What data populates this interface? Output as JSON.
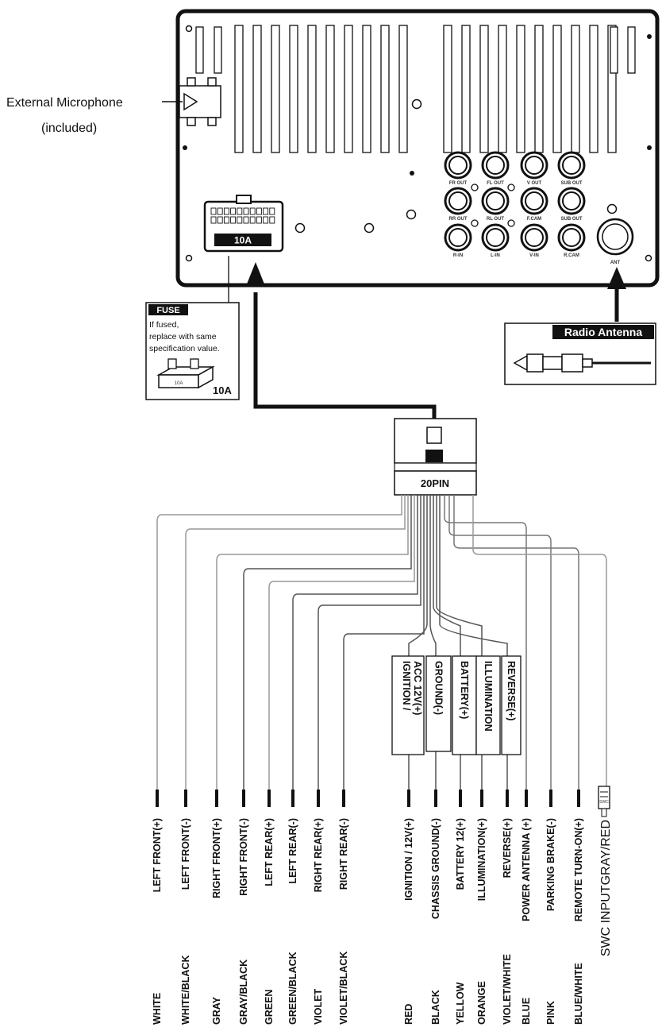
{
  "unit": {
    "mic_label_line1": "External Microphone",
    "mic_label_line2": "(included)",
    "fuse_on_unit": "10A",
    "rca": [
      {
        "label": "FR OUT"
      },
      {
        "label": "FL OUT"
      },
      {
        "label": "V OUT"
      },
      {
        "label": "SUB OUT"
      },
      {
        "label": "RR OUT"
      },
      {
        "label": "RL OUT"
      },
      {
        "label": "F.CAM"
      },
      {
        "label": "SUB OUT"
      },
      {
        "label": "R-IN"
      },
      {
        "label": "L-IN"
      },
      {
        "label": "V-IN"
      },
      {
        "label": "R.CAM"
      }
    ],
    "antenna_port_label": "ANT"
  },
  "fuse_box": {
    "title": "FUSE",
    "line1": "If fused,",
    "line2": "replace with same",
    "line3": "specification value.",
    "rating": "10A",
    "small_print": "10A"
  },
  "antenna_box": {
    "title": "Radio Antenna"
  },
  "harness": {
    "connector_label": "20PIN"
  },
  "boxed_labels": [
    {
      "line1": "IGNITION /",
      "line2": "ACC 12V(+)"
    },
    {
      "line1": "GROUND(-)",
      "line2": ""
    },
    {
      "line1": "BATTERY(+)",
      "line2": ""
    },
    {
      "line1": "ILLUMINATION",
      "line2": ""
    },
    {
      "line1": "REVERSE(+)",
      "line2": ""
    }
  ],
  "swc_plug": {
    "label": "SWC"
  },
  "wires": [
    {
      "function": "LEFT FRONT(+)",
      "color": "WHITE"
    },
    {
      "function": "LEFT FRONT(-)",
      "color": "WHITE/BLACK"
    },
    {
      "function": "RIGHT FRONT(+)",
      "color": "GRAY"
    },
    {
      "function": "RIGHT FRONT(-)",
      "color": "GRAY/BLACK"
    },
    {
      "function": "LEFT REAR(+)",
      "color": "GREEN"
    },
    {
      "function": "LEFT REAR(-)",
      "color": "GREEN/BLACK"
    },
    {
      "function": "RIGHT REAR(+)",
      "color": "VIOLET"
    },
    {
      "function": "RIGHT REAR(-)",
      "color": "VIOLET/BLACK"
    },
    {
      "function": "IGNITION / 12V(+)",
      "color": "RED"
    },
    {
      "function": "CHASSIS GROUND(-)",
      "color": "BLACK"
    },
    {
      "function": "BATTERY 12(+)",
      "color": "YELLOW"
    },
    {
      "function": "ILLUMINATION(+)",
      "color": "ORANGE"
    },
    {
      "function": "REVERSE(+)",
      "color": "VIOLET/WHITE"
    },
    {
      "function": "POWER ANTENNA (+)",
      "color": "BLUE"
    },
    {
      "function": "PARKING BRAKE(-)",
      "color": "PINK"
    },
    {
      "function": "REMOTE TURN-ON(+)",
      "color": "BLUE/WHITE"
    },
    {
      "function": "SWC INPUTGRAY/RED",
      "color": ""
    }
  ]
}
